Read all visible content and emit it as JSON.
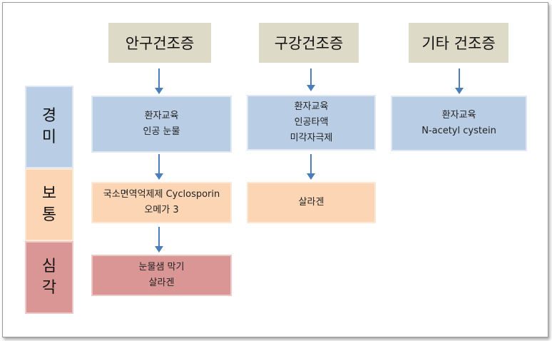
{
  "headers": {
    "col1": "안구건조증",
    "col2": "구강건조증",
    "col3": "기타 건조증"
  },
  "severity": {
    "mild": [
      "경",
      "미"
    ],
    "moderate": [
      "보",
      "통"
    ],
    "severe": [
      "심",
      "각"
    ]
  },
  "boxes": {
    "eye_mild": [
      "환자교육",
      "인공 눈물"
    ],
    "eye_moderate": [
      "국소면역억제제 Cyclosporin",
      "오메가 3"
    ],
    "eye_severe": [
      "눈물샘 막기",
      "살라겐"
    ],
    "mouth_mild": [
      "환자교육",
      "인공타액",
      "미각자극제"
    ],
    "mouth_moderate": [
      "살라겐"
    ],
    "other_mild": [
      "환자교육",
      "N-acetyl cystein"
    ]
  },
  "colors": {
    "header": "#dddac7",
    "mild": "#b9cde5",
    "moderate": "#fcd5b5",
    "severe": "#d99694",
    "arrow": "#4a7ebb"
  }
}
